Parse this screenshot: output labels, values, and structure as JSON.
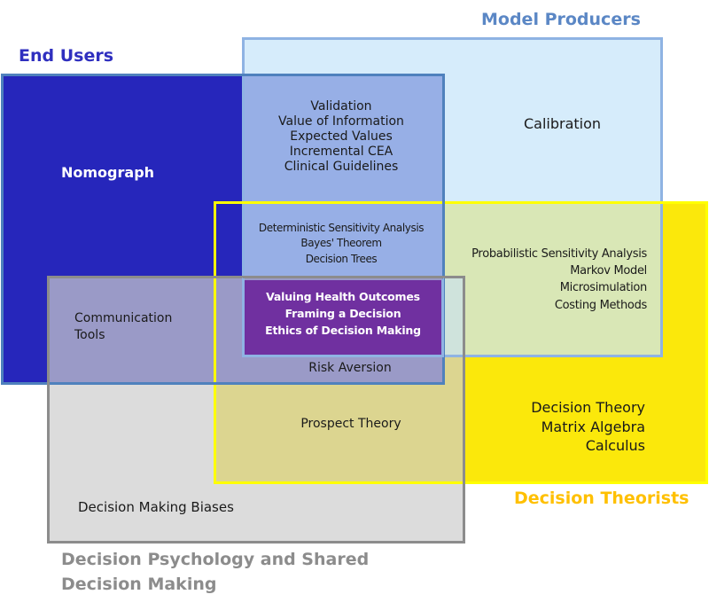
{
  "diagram": {
    "groups": {
      "end_users": {
        "label": "End Users",
        "color": "#2f2fbf"
      },
      "model_producers": {
        "label": "Model Producers",
        "color": "#5b87c5"
      },
      "decision_theorists": {
        "label": "Decision Theorists",
        "color": "#ffc000"
      },
      "decision_psychology": {
        "label_lines": [
          "Decision Psychology and Shared",
          "Decision Making"
        ],
        "color": "#8c8c8c"
      }
    },
    "regions": {
      "end_users_only": {
        "items": [
          "Nomograph"
        ]
      },
      "end_users_model_producers": {
        "items": [
          "Validation",
          "Value of Information",
          "Expected Values",
          "Incremental CEA",
          "Clinical Guidelines"
        ]
      },
      "model_producers_only": {
        "items": [
          "Calibration"
        ]
      },
      "end_users_model_producers_theorists": {
        "items": [
          "Deterministic Sensitivity Analysis",
          "Bayes' Theorem",
          "Decision Trees"
        ]
      },
      "model_producers_theorists": {
        "items": [
          "Probabilistic Sensitivity Analysis",
          "Markov Model",
          "Microsimulation",
          "Costing Methods"
        ]
      },
      "all_four": {
        "items": [
          "Valuing Health Outcomes",
          "Framing a Decision",
          "Ethics of Decision Making"
        ]
      },
      "end_users_psychology": {
        "items": [
          "Communication",
          "Tools"
        ]
      },
      "end_users_psychology_theorists": {
        "items": [
          "Risk Aversion"
        ]
      },
      "theorists_only": {
        "items": [
          "Decision Theory",
          "Matrix Algebra",
          "Calculus"
        ]
      },
      "psychology_theorists": {
        "items": [
          "Prospect Theory"
        ]
      },
      "psychology_only": {
        "items": [
          "Decision Making Biases"
        ]
      }
    }
  }
}
